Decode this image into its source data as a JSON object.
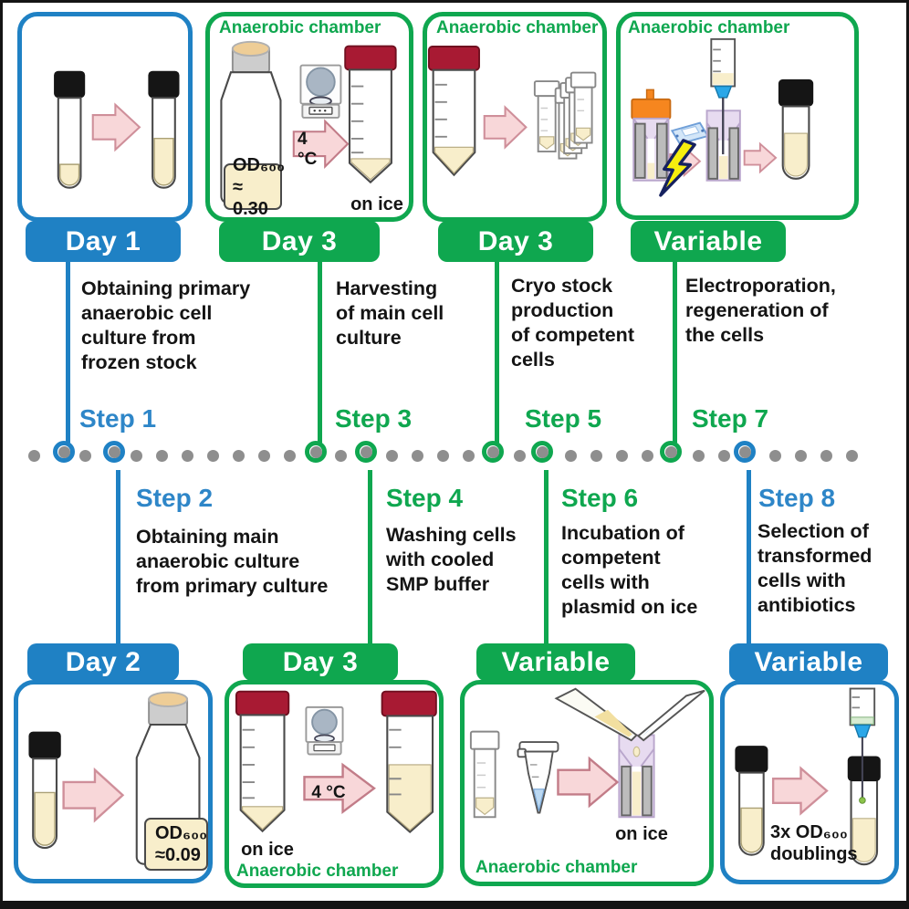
{
  "title": "Anaerobic electroporation protocol timeline",
  "colors": {
    "blue": "#1f81c4",
    "green": "#0fa74f",
    "step_blue": "#2e86c8",
    "dot_gray": "#8e8e8e",
    "arrow_pink": "#f8d7d9",
    "liquid_cream": "#f8eecb",
    "falcon_cap_red": "#a81a33",
    "cuvette_purple": "#e7dbf0",
    "orange_cap": "#f6861f"
  },
  "top_panels": [
    {
      "day": "Day 1"
    },
    {
      "day": "Day 3",
      "chamber": "Anaerobic chamber",
      "od1": "OD₆₀₀",
      "od2": "≈ 0.30",
      "arrow": "4 °C",
      "ice": "on ice"
    },
    {
      "day": "Day 3",
      "chamber": "Anaerobic chamber"
    },
    {
      "day": "Variable",
      "chamber": "Anaerobic chamber"
    }
  ],
  "bottom_panels": [
    {
      "day": "Day 2",
      "od1": "OD₆₀₀",
      "od2": "≈0.09"
    },
    {
      "day": "Day 3",
      "ice": "on ice",
      "arrow": "4 °C",
      "chamber": "Anaerobic chamber"
    },
    {
      "day": "Variable",
      "ice": "on ice",
      "chamber": "Anaerobic chamber"
    },
    {
      "day": "Variable",
      "note": "3x OD₆₀₀\ndoublings"
    }
  ],
  "steps": [
    {
      "label": "Step 1",
      "description": "Obtaining primary\nanaerobic cell\nculture from\nfrozen stock"
    },
    {
      "label": "Step 2",
      "description": "Obtaining main\nanaerobic culture\nfrom primary culture"
    },
    {
      "label": "Step 3",
      "description": "Harvesting\nof main cell\nculture"
    },
    {
      "label": "Step 4",
      "description": "Washing cells\nwith cooled\nSMP buffer"
    },
    {
      "label": "Step 5",
      "description": "Cryo stock\nproduction\nof competent\ncells"
    },
    {
      "label": "Step 6",
      "description": "Incubation of\ncompetent\ncells with\nplasmid on ice"
    },
    {
      "label": "Step 7",
      "description": "Electroporation,\nregeneration of\nthe cells"
    },
    {
      "label": "Step 8",
      "description": "Selection of\ntransformed\ncells with\nantibiotics"
    }
  ]
}
